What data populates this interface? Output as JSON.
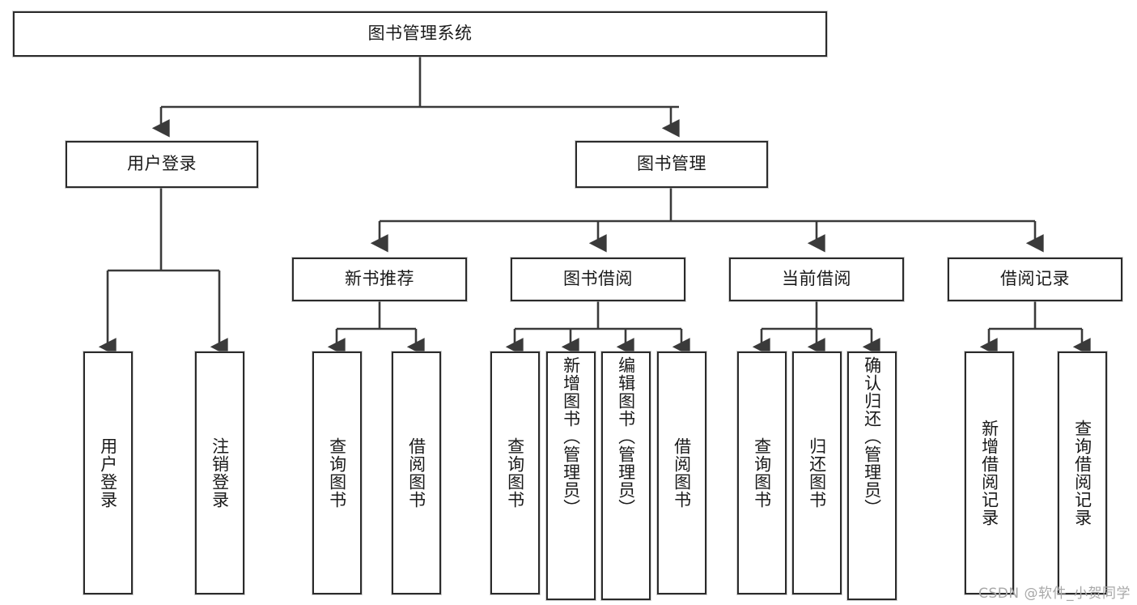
{
  "diagram": {
    "title": "图书管理系统",
    "type": "tree",
    "root": "图书管理系统",
    "watermark": "CSDN @软件_小贺同学",
    "colors": {
      "background": "#ffffff",
      "node_fill": "#ffffff",
      "node_border": "#2b2b2b",
      "edge": "#3a3a3a",
      "text": "#1a1a1a",
      "watermark": "#a8a8a8"
    },
    "nodes": {
      "root": {
        "label": "图书管理系统"
      },
      "level1": [
        {
          "id": "user_login",
          "label": "用户登录"
        },
        {
          "id": "book_manage",
          "label": "图书管理"
        }
      ],
      "level2": [
        {
          "id": "new_book_rec",
          "label": "新书推荐"
        },
        {
          "id": "book_borrow",
          "label": "图书借阅"
        },
        {
          "id": "current_borrow",
          "label": "当前借阅"
        },
        {
          "id": "borrow_record",
          "label": "借阅记录"
        }
      ],
      "leaves": [
        {
          "id": "leaf_user_login",
          "label": "用户登录",
          "parent": "user_login",
          "align": "center"
        },
        {
          "id": "leaf_logout",
          "label": "注销登录",
          "parent": "user_login",
          "align": "center"
        },
        {
          "id": "leaf_query_book_1",
          "label": "查询图书",
          "parent": "new_book_rec",
          "align": "center"
        },
        {
          "id": "leaf_borrow_book_1",
          "label": "借阅图书",
          "parent": "new_book_rec",
          "align": "center"
        },
        {
          "id": "leaf_query_book_2",
          "label": "查询图书",
          "parent": "book_borrow",
          "align": "center"
        },
        {
          "id": "leaf_add_book",
          "label": "新增图书（管理员）",
          "parent": "book_borrow",
          "align": "top"
        },
        {
          "id": "leaf_edit_book",
          "label": "编辑图书（管理员）",
          "parent": "book_borrow",
          "align": "top"
        },
        {
          "id": "leaf_borrow_book_2",
          "label": "借阅图书",
          "parent": "book_borrow",
          "align": "center"
        },
        {
          "id": "leaf_query_book_3",
          "label": "查询图书",
          "parent": "current_borrow",
          "align": "center"
        },
        {
          "id": "leaf_return_book",
          "label": "归还图书",
          "parent": "current_borrow",
          "align": "center"
        },
        {
          "id": "leaf_confirm_return",
          "label": "确认归还（管理员）",
          "parent": "current_borrow",
          "align": "top"
        },
        {
          "id": "leaf_add_record",
          "label": "新增借阅记录",
          "parent": "borrow_record",
          "align": "center"
        },
        {
          "id": "leaf_query_record",
          "label": "查询借阅记录",
          "parent": "borrow_record",
          "align": "center"
        }
      ]
    }
  }
}
